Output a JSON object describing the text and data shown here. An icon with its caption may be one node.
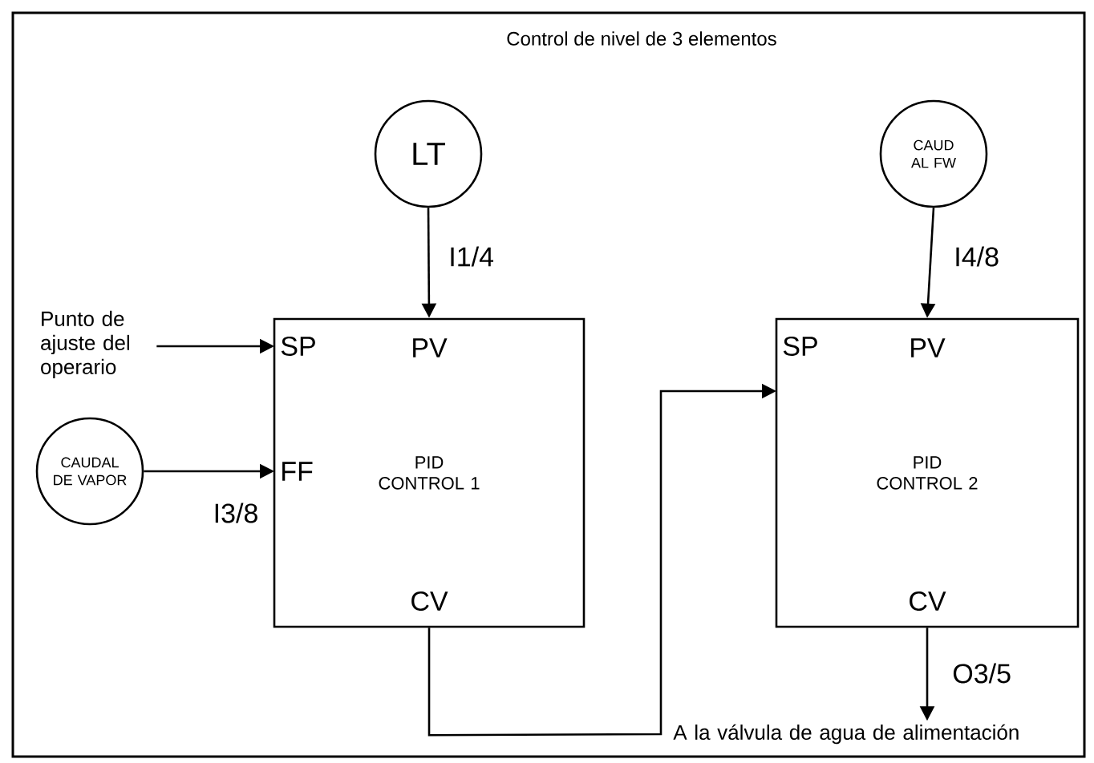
{
  "diagram": {
    "title": "Control de nivel de 3 elementos",
    "nodes": [
      {
        "text": [
          "LT"
        ]
      },
      {
        "text": [
          "CAUD AL FW"
        ]
      },
      {
        "text": [
          "Punto de ajuste del operario"
        ]
      },
      {
        "text": [
          "CAUDAL DE VAPOR"
        ]
      },
      {
        "text": [
          "PV",
          "SP",
          "FF",
          "PID CONTROL 1",
          "CV"
        ]
      },
      {
        "text": [
          "PV",
          "SP",
          "PID CONTROL 2",
          "CV"
        ]
      },
      {
        "text": [
          "A la válvula de agua de alimentación"
        ]
      }
    ],
    "edges": [
      {
        "from": 0,
        "to": 4,
        "arrow": "to",
        "label": "I1/4"
      },
      {
        "from": 1,
        "to": 5,
        "arrow": "to",
        "label": "I4/8"
      },
      {
        "from": 2,
        "to": 4,
        "arrow": "to"
      },
      {
        "from": 3,
        "to": 4,
        "arrow": "to",
        "label": "I3/8"
      },
      {
        "from": 4,
        "to": 5,
        "arrow": "to"
      },
      {
        "from": 5,
        "to": 6,
        "arrow": "to",
        "label": "O3/5"
      }
    ]
  }
}
